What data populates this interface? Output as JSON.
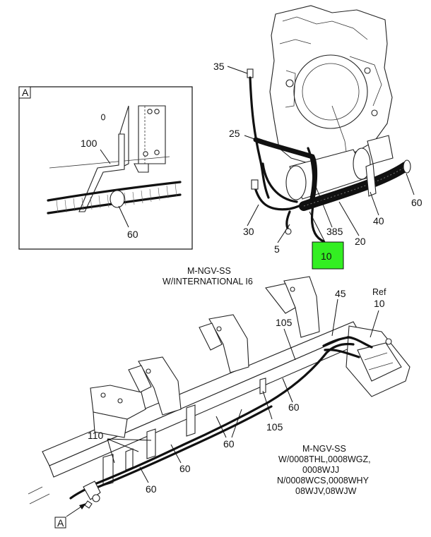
{
  "detail_view": {
    "label": "A"
  },
  "view_reference": {
    "label": "A"
  },
  "callouts": {
    "c35": "35",
    "c25": "25",
    "c30": "30",
    "c5": "5",
    "c385": "385",
    "c20": "20",
    "c40": "40",
    "c60_engine": "60",
    "c10_highlight": "10",
    "c100": "100",
    "c60_detail": "60",
    "c45": "45",
    "ref_label": "Ref",
    "ref_num": "10",
    "c105_top": "105",
    "c60_frame1": "60",
    "c105_mid": "105",
    "c60_frame2": "60",
    "c110": "110",
    "c60_frame3": "60",
    "c60_frame4": "60"
  },
  "notes": {
    "engine_note_line1": "M-NGV-SS",
    "engine_note_line2": "W/INTERNATIONAL I6",
    "frame_note_lines": [
      "M-NGV-SS",
      "W/0008THL,0008WGZ,",
      "0008WJJ",
      "N/0008WCS,0008WHY",
      "08WJV,08WJW"
    ]
  },
  "colors": {
    "highlight_fill": "#33ee22",
    "line": "#111111"
  }
}
